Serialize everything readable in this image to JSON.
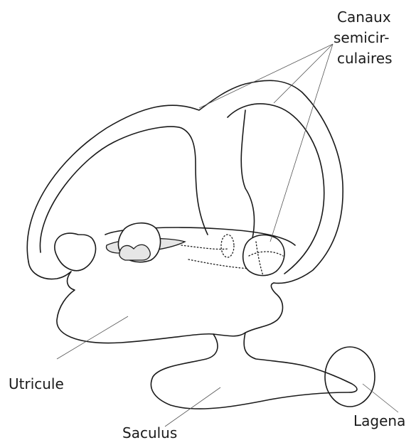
{
  "labels": {
    "canaux_line1": "Canaux",
    "canaux_line2": "semicir-",
    "canaux_line3": "culaires",
    "utricule": "Utricule",
    "saculus": "Saculus",
    "lagena": "Lagena"
  }
}
